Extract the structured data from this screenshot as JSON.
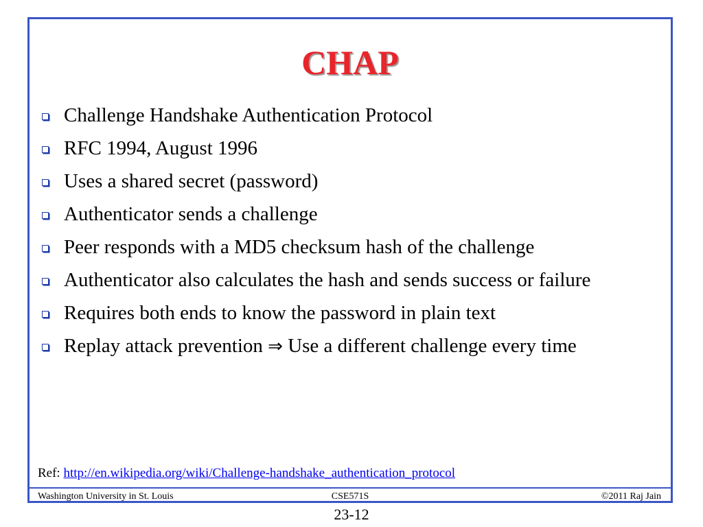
{
  "slide": {
    "title": "CHAP",
    "bullets": [
      {
        "text": "Challenge Handshake Authentication Protocol"
      },
      {
        "text": "RFC 1994, August 1996"
      },
      {
        "text": "Uses a shared secret (password)"
      },
      {
        "text": "Authenticator sends a challenge"
      },
      {
        "text": "Peer responds with a MD5 checksum hash of the challenge"
      },
      {
        "text": "Authenticator also calculates the hash and sends success or failure"
      },
      {
        "text": "Requires both ends to know the password in plain text"
      },
      {
        "text_before": "Replay attack prevention",
        "symbol": "⇒",
        "text_after": "Use a different challenge every time"
      }
    ],
    "ref_label": "Ref:",
    "ref_url": "http://en.wikipedia.org/wiki/Challenge-handshake_authentication_protocol"
  },
  "footer": {
    "left": "Washington University in St. Louis",
    "center": "CSE571S",
    "right": "©2011 Raj Jain"
  },
  "page_number": "23-12",
  "colors": {
    "title": "#e8252b",
    "frame": "#3a56c4",
    "bullet_marker": "#1c3aa8",
    "link": "#0000ee"
  }
}
